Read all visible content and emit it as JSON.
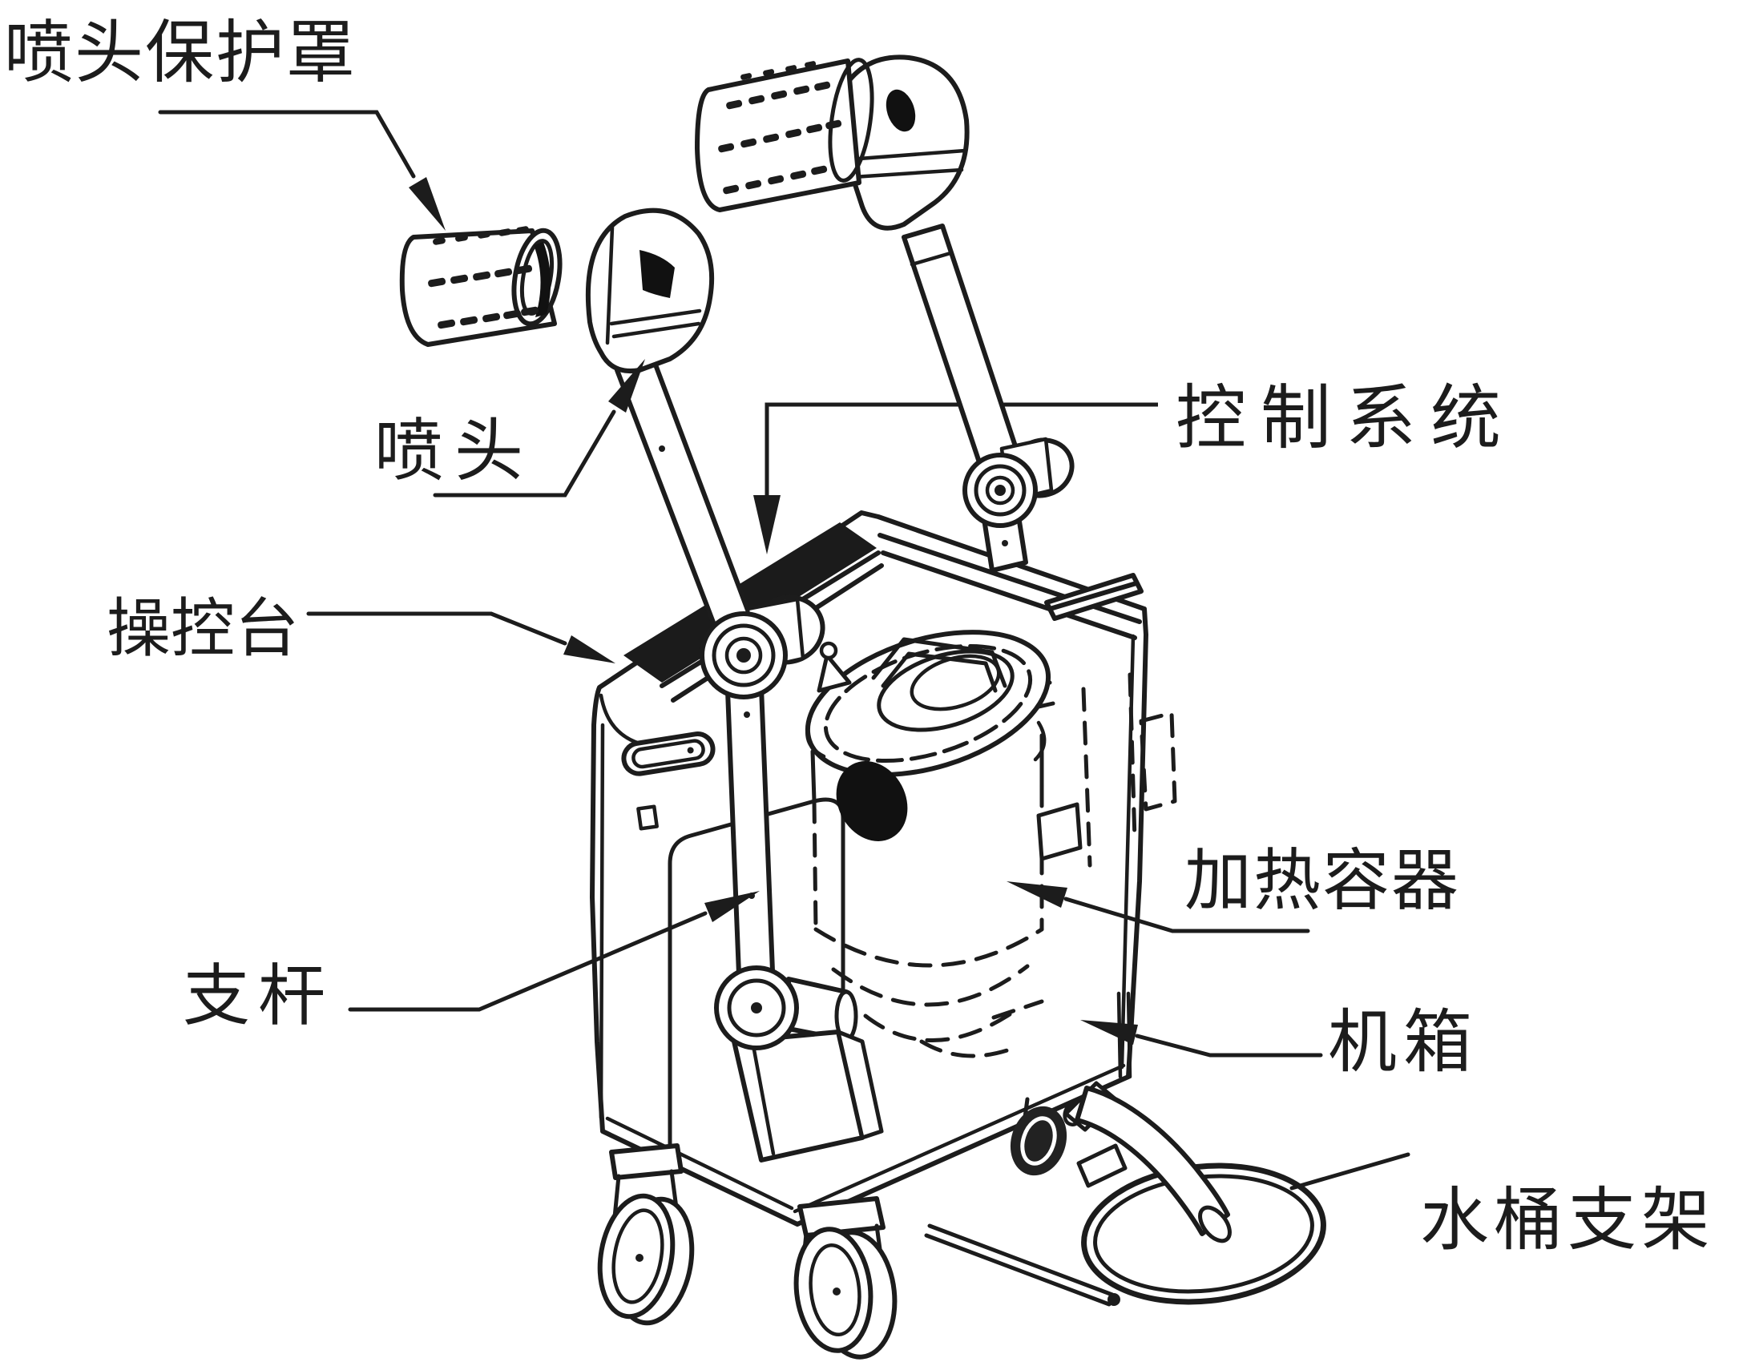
{
  "figure": {
    "kind": "patent-style line drawing",
    "background": "#ffffff",
    "ink": "#1c1c1c"
  },
  "labels": {
    "nozzle_cover": {
      "text": "喷头保护罩"
    },
    "nozzle": {
      "text": "喷头"
    },
    "control_system": {
      "text": "控制系统"
    },
    "console": {
      "text": "操控台"
    },
    "heating_container": {
      "text": "加热容器"
    },
    "support_rod": {
      "text": "支杆"
    },
    "chassis": {
      "text": "机箱"
    },
    "bucket_bracket": {
      "text": "水桶支架"
    }
  }
}
